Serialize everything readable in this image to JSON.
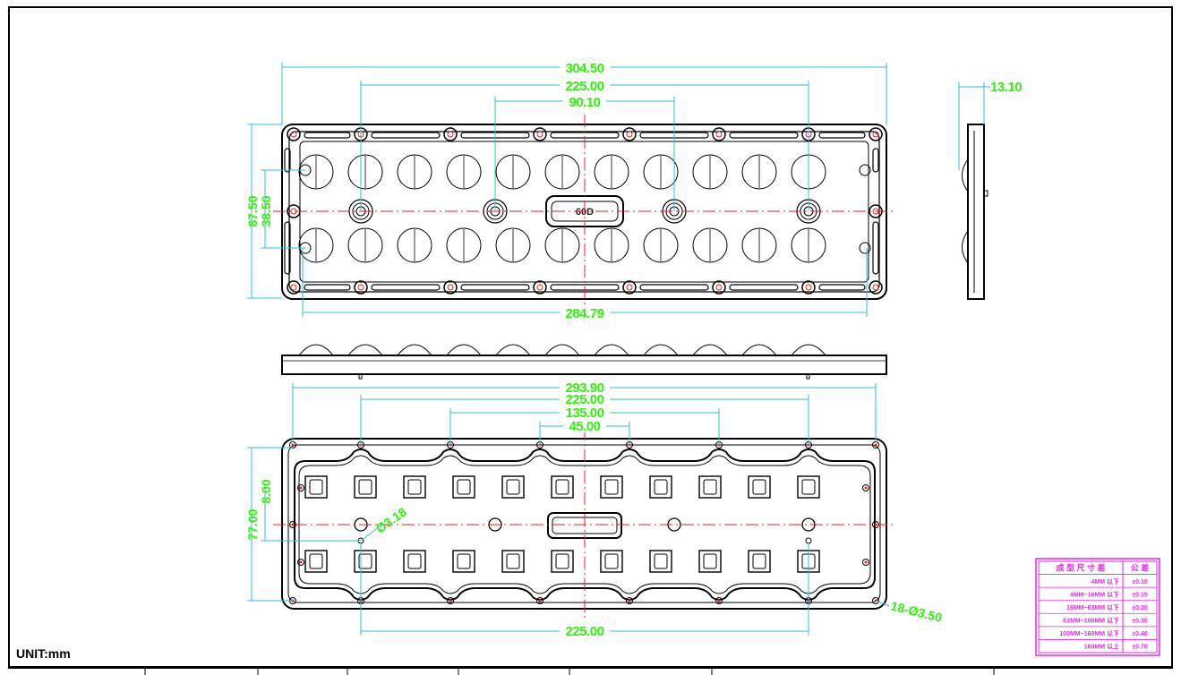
{
  "unit_label": "UNIT:mm",
  "front_view": {
    "dims": {
      "overall_width": "304.50",
      "mount_span": "225.00",
      "inner_span": "90.10",
      "overall_height": "87.50",
      "inner_height": "38.50",
      "bottom_width": "284.79"
    },
    "center_mark": "60D"
  },
  "side_view": {
    "dims": {
      "thickness": "13.10"
    }
  },
  "back_view": {
    "dims": {
      "overall_width": "293.90",
      "mount_span": "225.00",
      "boss_span_1": "135.00",
      "boss_span_2": "45.00",
      "overall_height": "77.00",
      "offset": "8.00",
      "pin_dia": "Ø3.18",
      "bottom_span": "225.00",
      "holes": "18-Ø3.50"
    }
  },
  "tolerance_table": {
    "header": [
      "成 型 尺 寸 差",
      "公 差"
    ],
    "rows": [
      [
        "4MM 以下",
        "±0.10"
      ],
      [
        "4MM~16MM 以下",
        "±0.15"
      ],
      [
        "16MM~63MM 以下",
        "±0.20"
      ],
      [
        "63MM~100MM 以下",
        "±0.30"
      ],
      [
        "100MM~160MM 以下",
        "±0.40"
      ],
      [
        "160MM 以上",
        "±0.70"
      ]
    ]
  },
  "colors": {
    "dimension": "#33ee11",
    "leader": "#33bbdd",
    "centerline": "#ee2222",
    "outline": "#000000",
    "table": "#ee22ee"
  }
}
